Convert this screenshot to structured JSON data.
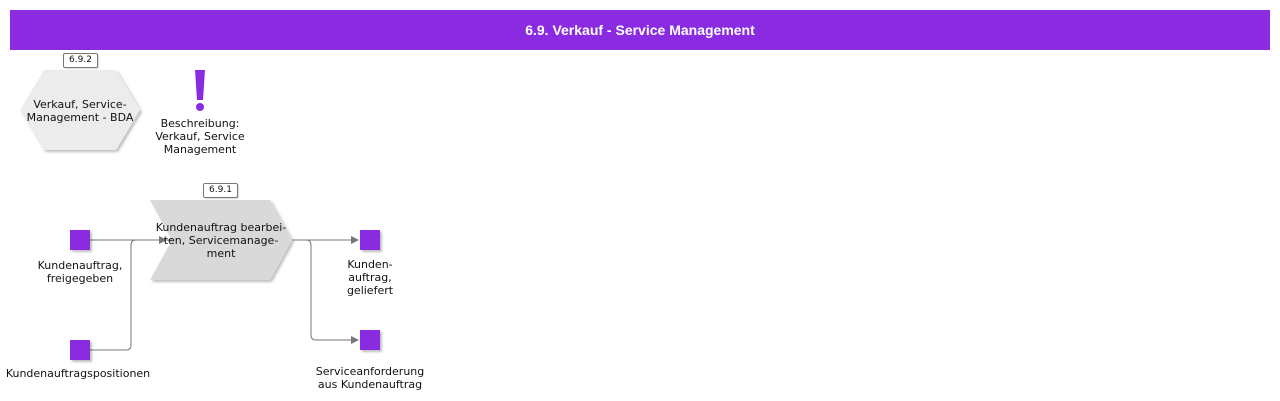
{
  "header": {
    "title": "6.9. Verkauf - Service Management"
  },
  "colors": {
    "accent": "#8a2be2",
    "shape_fill": "#d9d9d9",
    "hex_fill": "#ececec",
    "line": "#777777"
  },
  "process_interface": {
    "id_tag": "6.9.2",
    "label": "Verkauf, Service-\nManagement - BDA"
  },
  "description": {
    "icon": "exclamation-icon",
    "label": "Beschreibung:\nVerkauf, Service\nManagement"
  },
  "function": {
    "id_tag": "6.9.1",
    "label": "Kundenauftrag bearbei-\nten, Servicemanage-\nment"
  },
  "events": {
    "in_released": "Kundenauftrag,\nfreigegeben",
    "in_positions": "Kundenauftragspositionen",
    "out_delivered": "Kunden-\nauftrag,\ngeliefert",
    "out_service_request": "Serviceanforderung\naus Kundenauftrag"
  }
}
